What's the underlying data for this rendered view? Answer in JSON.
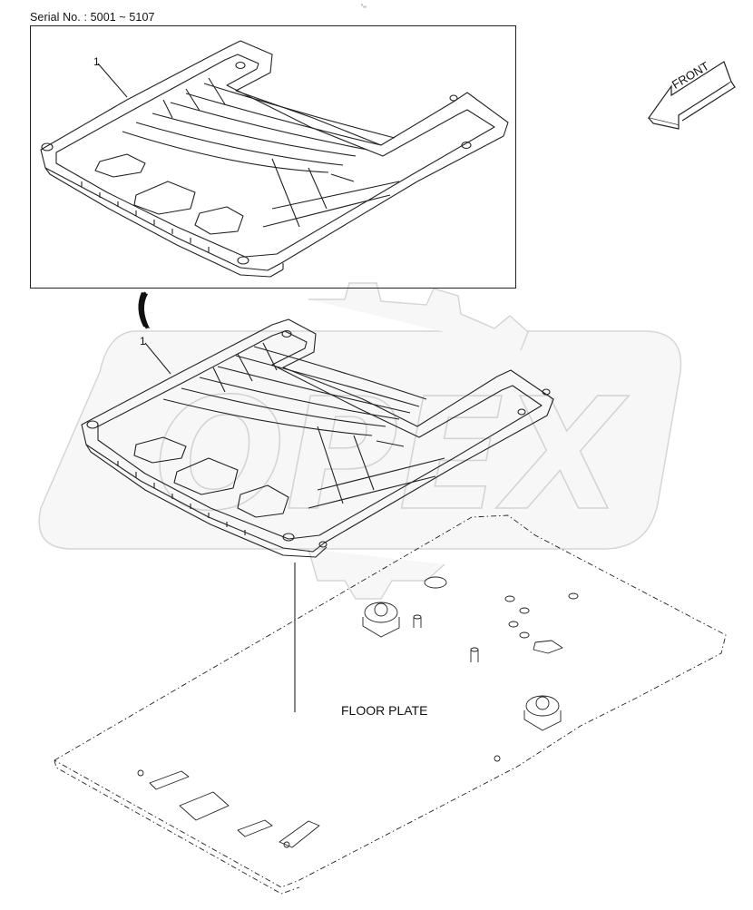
{
  "header": {
    "serial_label": "Serial No. : 5001 ~ 5107",
    "tiny_mark": "⁰₀₀"
  },
  "callouts": {
    "inset_part": "1",
    "main_part": "1"
  },
  "direction": {
    "front_label": "FRONT"
  },
  "labels": {
    "floor_plate": "FLOOR PLATE"
  },
  "watermark": {
    "text": "OPEX"
  },
  "colors": {
    "line": "#222222",
    "watermark_fill": "#f7f7f7",
    "watermark_stroke": "#d8d8d8"
  }
}
